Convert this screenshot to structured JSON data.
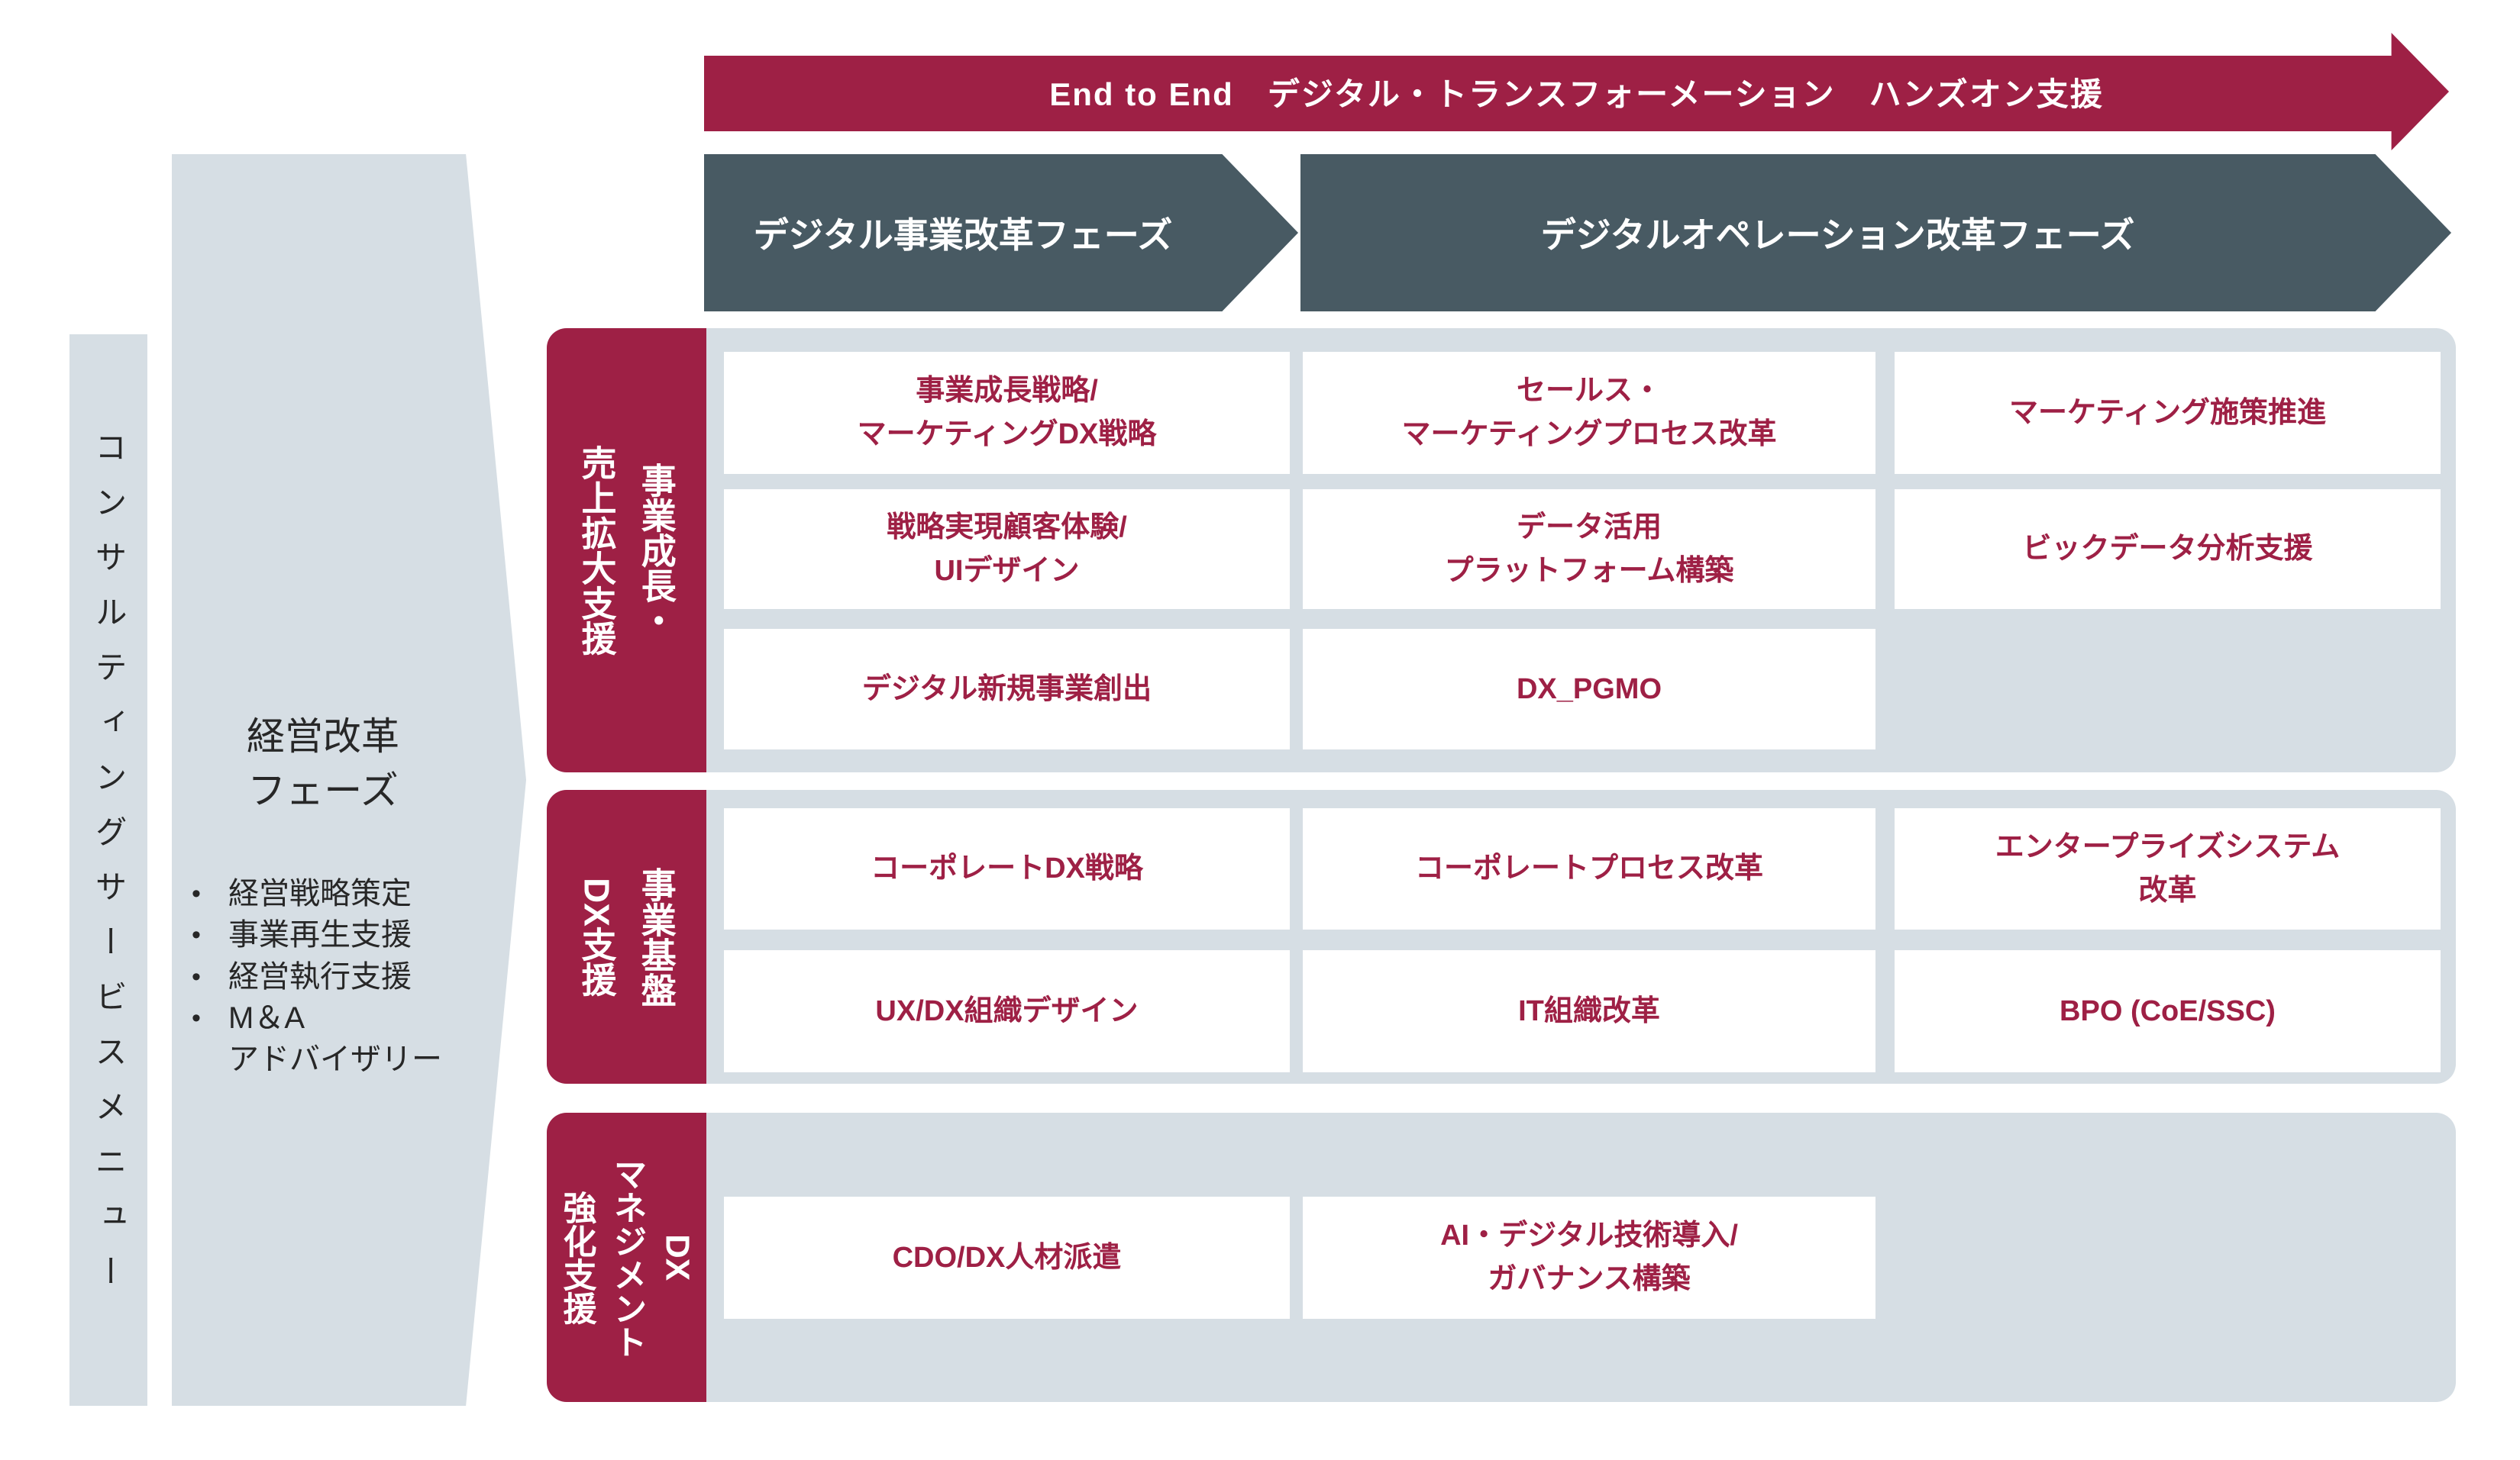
{
  "banner": {
    "label": "End to End　デジタル・トランスフォーメーション　ハンズオン支援"
  },
  "phases": [
    {
      "label": "デジタル事業改革フェーズ"
    },
    {
      "label": "デジタルオペレーション改革フェーズ"
    }
  ],
  "sidebar": {
    "label": "コンサルティングサービスメニュー"
  },
  "management_panel": {
    "title": "経営改革\nフェーズ",
    "bullet_glyph": "•",
    "bullets": [
      "経営戦略策定",
      "事業再生支援",
      "経営執行支援",
      "M＆A\nアドバイザリー"
    ]
  },
  "groups": [
    {
      "header": "事業成長・\n売上拡大支援",
      "rows": [
        [
          "事業成長戦略/\nマーケティングDX戦略",
          "セールス・\nマーケティングプロセス改革",
          "マーケティング施策推進"
        ],
        [
          "戦略実現顧客体験/\nUIデザイン",
          "データ活用\nプラットフォーム構築",
          "ビックデータ分析支援"
        ],
        [
          "デジタル新規事業創出",
          "DX_PGMO",
          null
        ]
      ]
    },
    {
      "header": "事業基盤\nDX支援",
      "rows": [
        [
          "コーポレートDX戦略",
          "コーポレートプロセス改革",
          "エンタープライズシステム\n改革"
        ],
        [
          "UX/DX組織デザイン",
          "IT組織改革",
          "BPO (CoE/SSC)"
        ]
      ]
    },
    {
      "header": "DX\nマネジメント\n強化支援",
      "rows": [
        [
          "CDO/DX人材派遣",
          "AI・デジタル技術導入/\nガバナンス構築",
          null
        ]
      ]
    }
  ],
  "colors": {
    "crimson": "#9E2045",
    "slate": "#485A63",
    "band": "#D6DEE4",
    "ink": "#272727",
    "cellbg": "#FFFFFF"
  }
}
